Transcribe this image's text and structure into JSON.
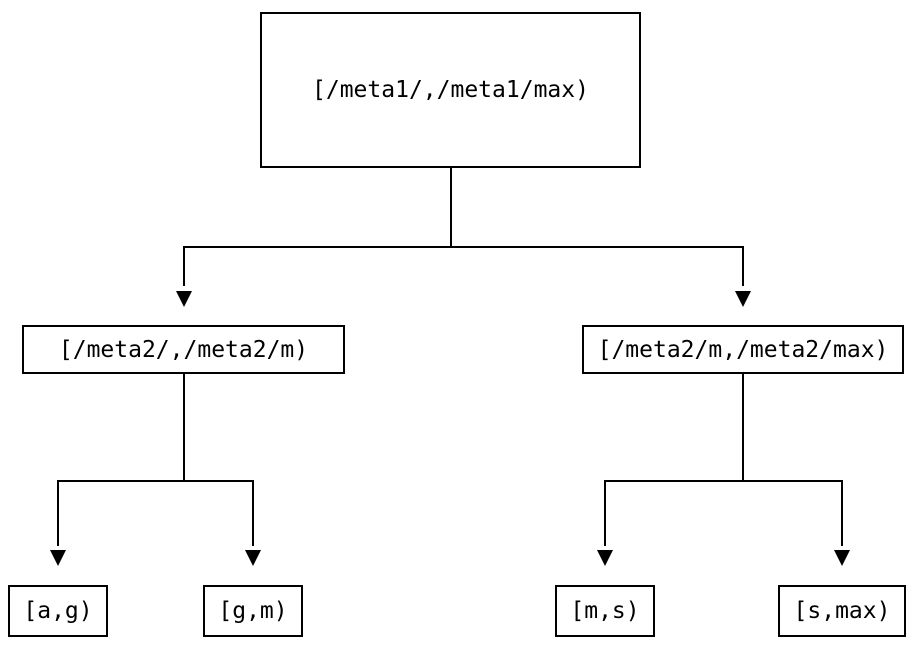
{
  "diagram": {
    "type": "binary-interval-tree",
    "background_color": "#ffffff",
    "line_color": "#000000",
    "text_color": "#000000",
    "nodes": {
      "root": {
        "label": "[/meta1/,/meta1/max)"
      },
      "meta2_low": {
        "label": "[/meta2/,/meta2/m)"
      },
      "meta2_high": {
        "label": "[/meta2/m,/meta2/max)"
      },
      "leaf_a_g": {
        "label": "[a,g)"
      },
      "leaf_g_m": {
        "label": "[g,m)"
      },
      "leaf_m_s": {
        "label": "[m,s)"
      },
      "leaf_s_max": {
        "label": "[s,max)"
      }
    },
    "edges": [
      {
        "from": "root",
        "to": "meta2_low"
      },
      {
        "from": "root",
        "to": "meta2_high"
      },
      {
        "from": "meta2_low",
        "to": "leaf_a_g"
      },
      {
        "from": "meta2_low",
        "to": "leaf_g_m"
      },
      {
        "from": "meta2_high",
        "to": "leaf_m_s"
      },
      {
        "from": "meta2_high",
        "to": "leaf_s_max"
      }
    ]
  }
}
